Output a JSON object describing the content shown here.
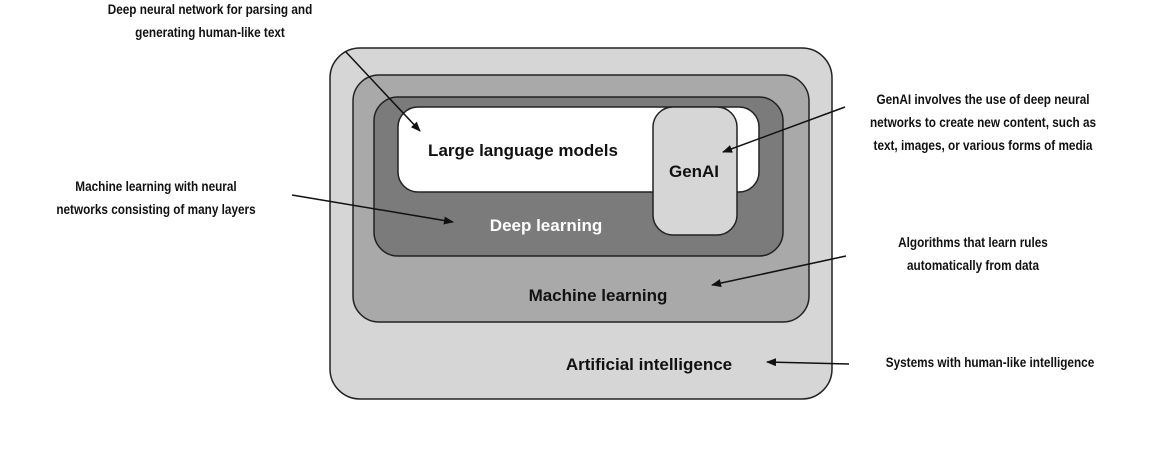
{
  "boxes": {
    "ai": {
      "label": "Artificial intelligence",
      "fill": "#d6d6d6"
    },
    "ml": {
      "label": "Machine learning",
      "fill": "#a9a9a9"
    },
    "dl": {
      "label": "Deep learning",
      "fill": "#7b7b7b"
    },
    "llm": {
      "label": "Large language models",
      "fill": "#ffffff"
    },
    "genai": {
      "label": "GenAI",
      "fill": "#d6d6d6"
    }
  },
  "annotations": {
    "llm": [
      "Deep neural network for parsing and",
      "generating human-like text"
    ],
    "dl": [
      "Machine learning with neural",
      "networks consisting of many layers"
    ],
    "genai": [
      "GenAI involves the use of deep neural",
      "networks to create new content, such as",
      "text, images, or various forms of media"
    ],
    "ml": [
      "Algorithms that learn rules",
      "automatically from data"
    ],
    "ai": [
      "Systems with human-like intelligence"
    ]
  }
}
